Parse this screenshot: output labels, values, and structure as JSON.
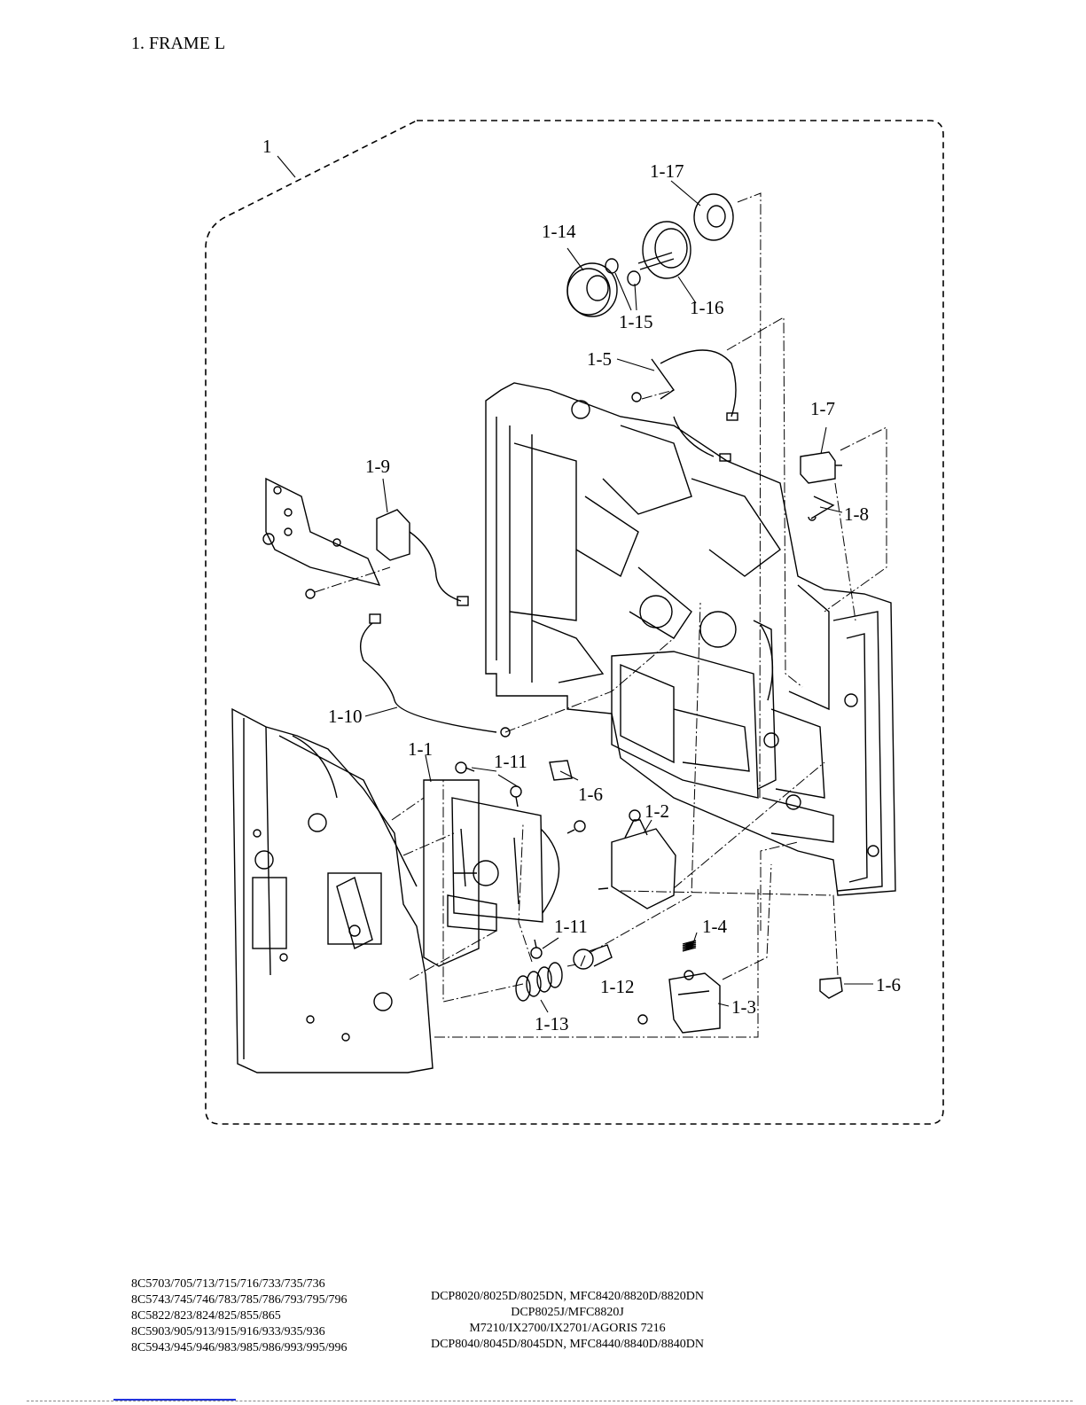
{
  "page_title": "1. FRAME L",
  "labels": {
    "assembly": "1",
    "p1_1": "1-1",
    "p1_2": "1-2",
    "p1_3": "1-3",
    "p1_4": "1-4",
    "p1_5": "1-5",
    "p1_6a": "1-6",
    "p1_6b": "1-6",
    "p1_7": "1-7",
    "p1_8": "1-8",
    "p1_9": "1-9",
    "p1_10": "1-10",
    "p1_11a": "1-11",
    "p1_11b": "1-11",
    "p1_12": "1-12",
    "p1_13": "1-13",
    "p1_14": "1-14",
    "p1_15": "1-15",
    "p1_16": "1-16",
    "p1_17": "1-17"
  },
  "footer": {
    "codes": [
      "8C5703/705/713/715/716/733/735/736",
      "8C5743/745/746/783/785/786/793/795/796",
      "8C5822/823/824/825/855/865",
      "8C5903/905/913/915/916/933/935/936",
      "8C5943/945/946/983/985/986/993/995/996"
    ],
    "models": [
      "DCP8020/8025D/8025DN, MFC8420/8820D/8820DN",
      "DCP8025J/MFC8820J",
      "M7210/IX2700/IX2701/AGORIS 7216",
      "DCP8040/8045D/8045DN, MFC8440/8840D/8840DN"
    ]
  }
}
